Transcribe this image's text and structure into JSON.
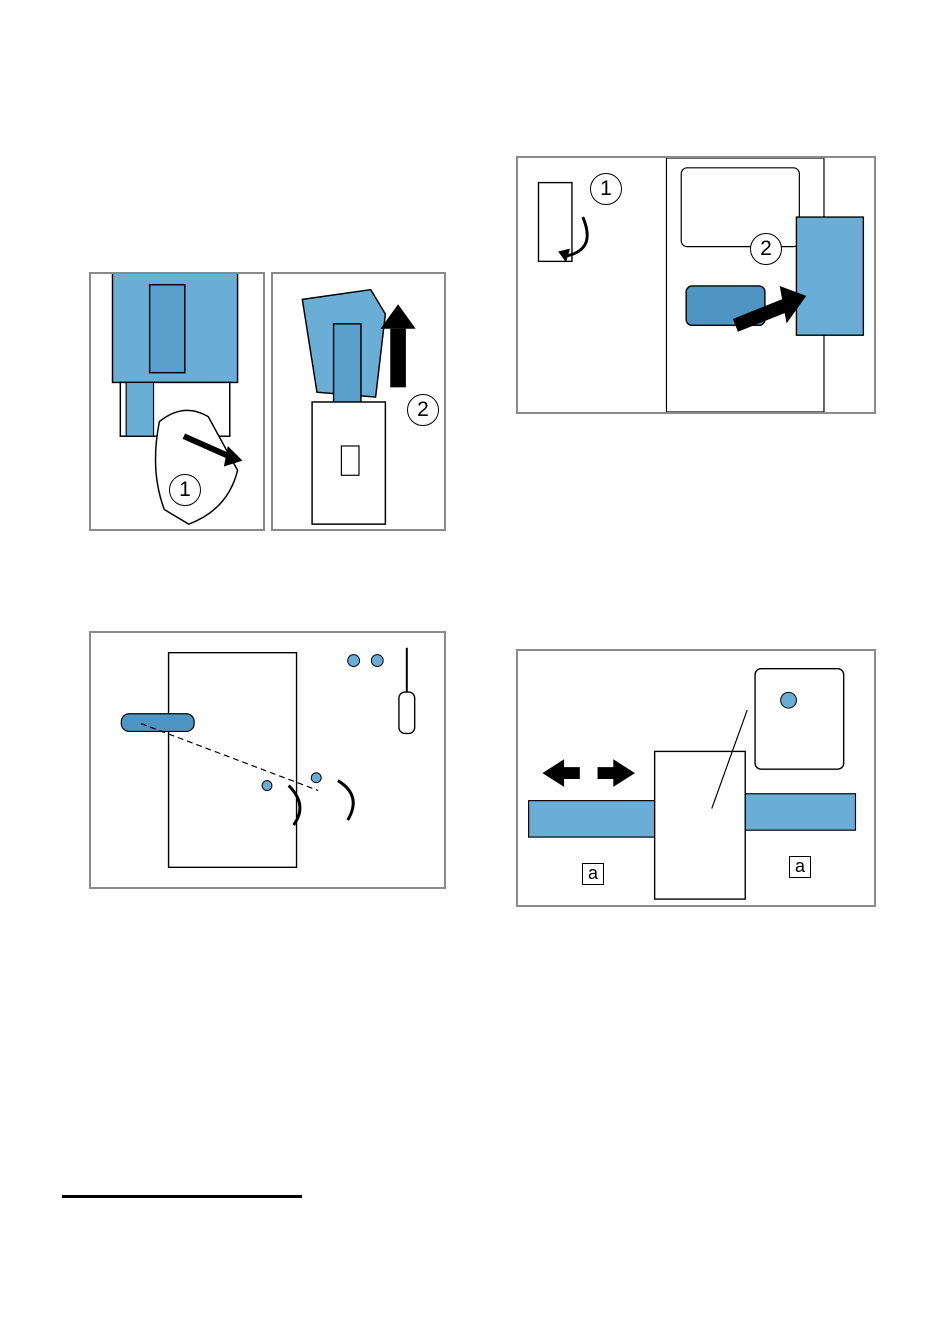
{
  "figures": {
    "remove_cover": {
      "step1": "1",
      "step2": "2"
    },
    "move_hinge": {
      "step1": "1",
      "step2": "2"
    },
    "screw_bracket": {},
    "adjust_panel": {
      "label_left": "a",
      "label_right": "a"
    }
  },
  "colors": {
    "part_blue": "#6aaed6",
    "frame_grey": "#8a8a8a",
    "arrow_black": "#000000"
  }
}
